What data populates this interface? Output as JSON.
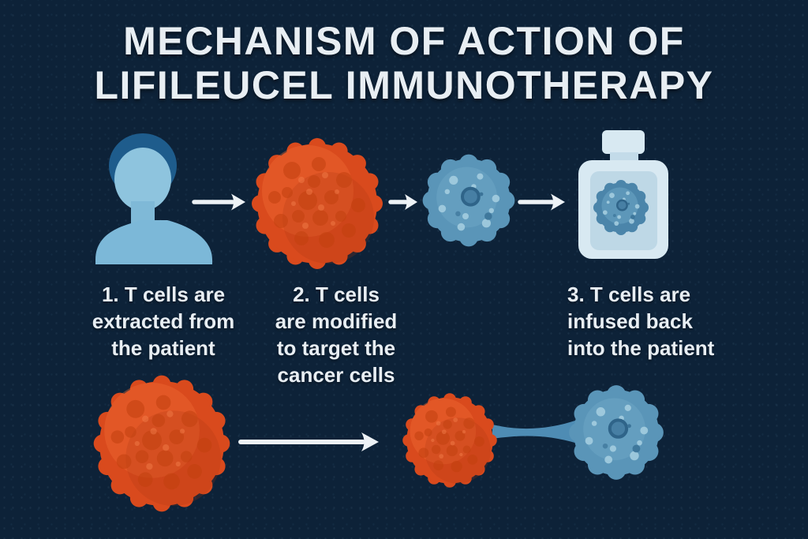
{
  "title": {
    "lines": [
      "MECHANISM OF ACTION OF",
      "LIFILEUCEL IMMUNOTHERAPY"
    ]
  },
  "steps": [
    {
      "lines": [
        "1. T cells are",
        "extracted from",
        "the patient"
      ]
    },
    {
      "lines": [
        "2. T cells",
        "are modified",
        "to target the",
        "cancer cells"
      ]
    },
    {
      "lines": [
        "3. T cells are",
        "infused back",
        "into the patient"
      ]
    }
  ],
  "icons": {
    "patient": "patient-icon",
    "cancer_cell": "cancer-cell-icon",
    "t_cell": "t-cell-icon",
    "infusion_bottle": "infusion-bottle-icon",
    "arrow": "arrow-right-icon",
    "attack": "t-cell-attacking-cancer-cell-icon"
  },
  "colors": {
    "background": "#0d2238",
    "text": "#e8eef3",
    "cancer_cell_base": "#d94a1d",
    "t_cell_base": "#5a95b8",
    "t_cell_in_bottle": "#4b85aa",
    "person_skin": "#8ec4de",
    "person_body": "#7cb8d8",
    "person_hair": "#1e5c8c",
    "bottle_body": "#d8e9f2",
    "bottle_panel": "#bed8e6",
    "bottle_neck": "#c3dbe9",
    "arrow": "#edf2f6",
    "tether": "#4e8cb4"
  }
}
